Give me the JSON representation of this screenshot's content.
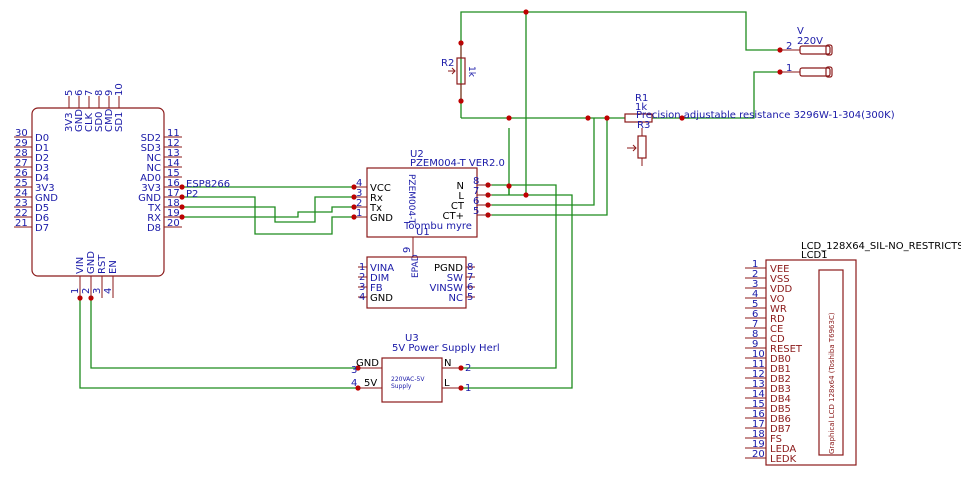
{
  "esp": {
    "ref": "ESP8266",
    "top_pins": [
      {
        "num": "5",
        "name": "3V3"
      },
      {
        "num": "6",
        "name": "GND"
      },
      {
        "num": "7",
        "name": "CLK"
      },
      {
        "num": "8",
        "name": "SD0"
      },
      {
        "num": "9",
        "name": "CMD"
      },
      {
        "num": "10",
        "name": "SD1"
      }
    ],
    "left_pins": [
      {
        "num": "30",
        "name": "D0"
      },
      {
        "num": "29",
        "name": "D1"
      },
      {
        "num": "28",
        "name": "D2"
      },
      {
        "num": "27",
        "name": "D3"
      },
      {
        "num": "26",
        "name": "D4"
      },
      {
        "num": "25",
        "name": "3V3"
      },
      {
        "num": "24",
        "name": "GND"
      },
      {
        "num": "23",
        "name": "D5"
      },
      {
        "num": "22",
        "name": "D6"
      },
      {
        "num": "21",
        "name": "D7"
      }
    ],
    "right_pins": [
      {
        "num": "11",
        "name": "SD2"
      },
      {
        "num": "12",
        "name": "SD3"
      },
      {
        "num": "13",
        "name": "NC"
      },
      {
        "num": "14",
        "name": "NC"
      },
      {
        "num": "15",
        "name": "AD0"
      },
      {
        "num": "16",
        "name": "3V3"
      },
      {
        "num": "17",
        "name": "GND"
      },
      {
        "num": "18",
        "name": "TX"
      },
      {
        "num": "19",
        "name": "RX"
      },
      {
        "num": "20",
        "name": "D8"
      }
    ],
    "bottom_pins": [
      {
        "num": "1",
        "name": "VIN"
      },
      {
        "num": "2",
        "name": "GND"
      },
      {
        "num": "3",
        "name": "RST"
      },
      {
        "num": "4",
        "name": "EN"
      }
    ],
    "net_label": "P2"
  },
  "u2": {
    "ref": "U2",
    "value": "PZEM004-T VER2.0",
    "body_text": "PZEM004-T",
    "extra_label": "Toombu myre",
    "left_pins": [
      {
        "num": "4",
        "name": "VCC"
      },
      {
        "num": "3",
        "name": "Rx"
      },
      {
        "num": "2",
        "name": "Tx"
      },
      {
        "num": "1",
        "name": "GND"
      }
    ],
    "right_pins": [
      {
        "num": "8",
        "name": "N"
      },
      {
        "num": "7",
        "name": "L"
      },
      {
        "num": "6",
        "name": "CT"
      },
      {
        "num": "5",
        "name": "CT+"
      }
    ],
    "bottom_pin": {
      "num": "9",
      "name": "EPAD"
    }
  },
  "u1": {
    "ref": "U1",
    "left_pins": [
      {
        "num": "1",
        "name": "VINA"
      },
      {
        "num": "2",
        "name": "DIM"
      },
      {
        "num": "3",
        "name": "FB"
      },
      {
        "num": "4",
        "name": "GND"
      }
    ],
    "right_pins": [
      {
        "num": "8",
        "name": "PGND"
      },
      {
        "num": "7",
        "name": "SW"
      },
      {
        "num": "6",
        "name": "VINSW"
      },
      {
        "num": "5",
        "name": "NC"
      }
    ]
  },
  "u3": {
    "ref": "U3",
    "value": "5V Power Supply Herl",
    "body_line1": "220VAC-5V",
    "body_line2": "Supply",
    "left_pins": [
      {
        "num": "3",
        "name": "GND"
      },
      {
        "num": "4",
        "name": "5V"
      }
    ],
    "right_pins": [
      {
        "num": "2",
        "name": "N"
      },
      {
        "num": "1",
        "name": "L"
      }
    ]
  },
  "r2": {
    "ref": "R2",
    "value": "1k"
  },
  "r1": {
    "ref": "R1",
    "value": "1k",
    "desc": "Precision adjustable resistance 3296W-1-304(300K)"
  },
  "r3": {
    "ref": "R3"
  },
  "v": {
    "ref": "V",
    "value": "220V",
    "pins": [
      "2",
      "1"
    ]
  },
  "lcd": {
    "ref": "LCD1",
    "value": "LCD_128X64_SIL-NO_RESTRICTS",
    "body_text": "Graphical LCD 128x64 (Toshiba T6963C)",
    "pins": [
      {
        "num": "1",
        "name": "VEE"
      },
      {
        "num": "2",
        "name": "VSS"
      },
      {
        "num": "3",
        "name": "VDD"
      },
      {
        "num": "4",
        "name": "VO"
      },
      {
        "num": "5",
        "name": "WR"
      },
      {
        "num": "6",
        "name": "RD"
      },
      {
        "num": "7",
        "name": "CE"
      },
      {
        "num": "8",
        "name": "CD"
      },
      {
        "num": "9",
        "name": "RESET"
      },
      {
        "num": "10",
        "name": "DB0"
      },
      {
        "num": "11",
        "name": "DB1"
      },
      {
        "num": "12",
        "name": "DB2"
      },
      {
        "num": "13",
        "name": "DB3"
      },
      {
        "num": "14",
        "name": "DB4"
      },
      {
        "num": "15",
        "name": "DB5"
      },
      {
        "num": "16",
        "name": "DB6"
      },
      {
        "num": "17",
        "name": "DB7"
      },
      {
        "num": "18",
        "name": "FS"
      },
      {
        "num": "19",
        "name": "LEDA"
      },
      {
        "num": "20",
        "name": "LEDK"
      }
    ]
  },
  "colors": {
    "wire": "#1e8c1e",
    "body": "#8b1a1a",
    "text": "#1a1aa8",
    "junction": "#c00000"
  }
}
